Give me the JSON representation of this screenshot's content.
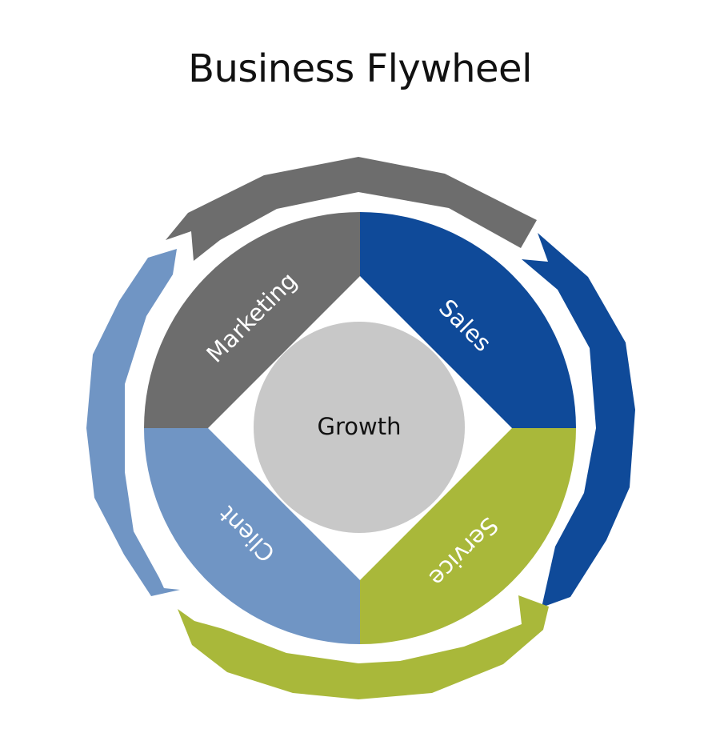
{
  "title": "Business Flywheel",
  "center": {
    "label": "Growth",
    "color": "#c8c8c8"
  },
  "segments": [
    {
      "key": "marketing",
      "label": "Marketing",
      "color": "#6d6d6d"
    },
    {
      "key": "sales",
      "label": "Sales",
      "color": "#0f4a99"
    },
    {
      "key": "service",
      "label": "Service",
      "color": "#a9b83a"
    },
    {
      "key": "client",
      "label": "Client",
      "color": "#7095c4"
    }
  ]
}
